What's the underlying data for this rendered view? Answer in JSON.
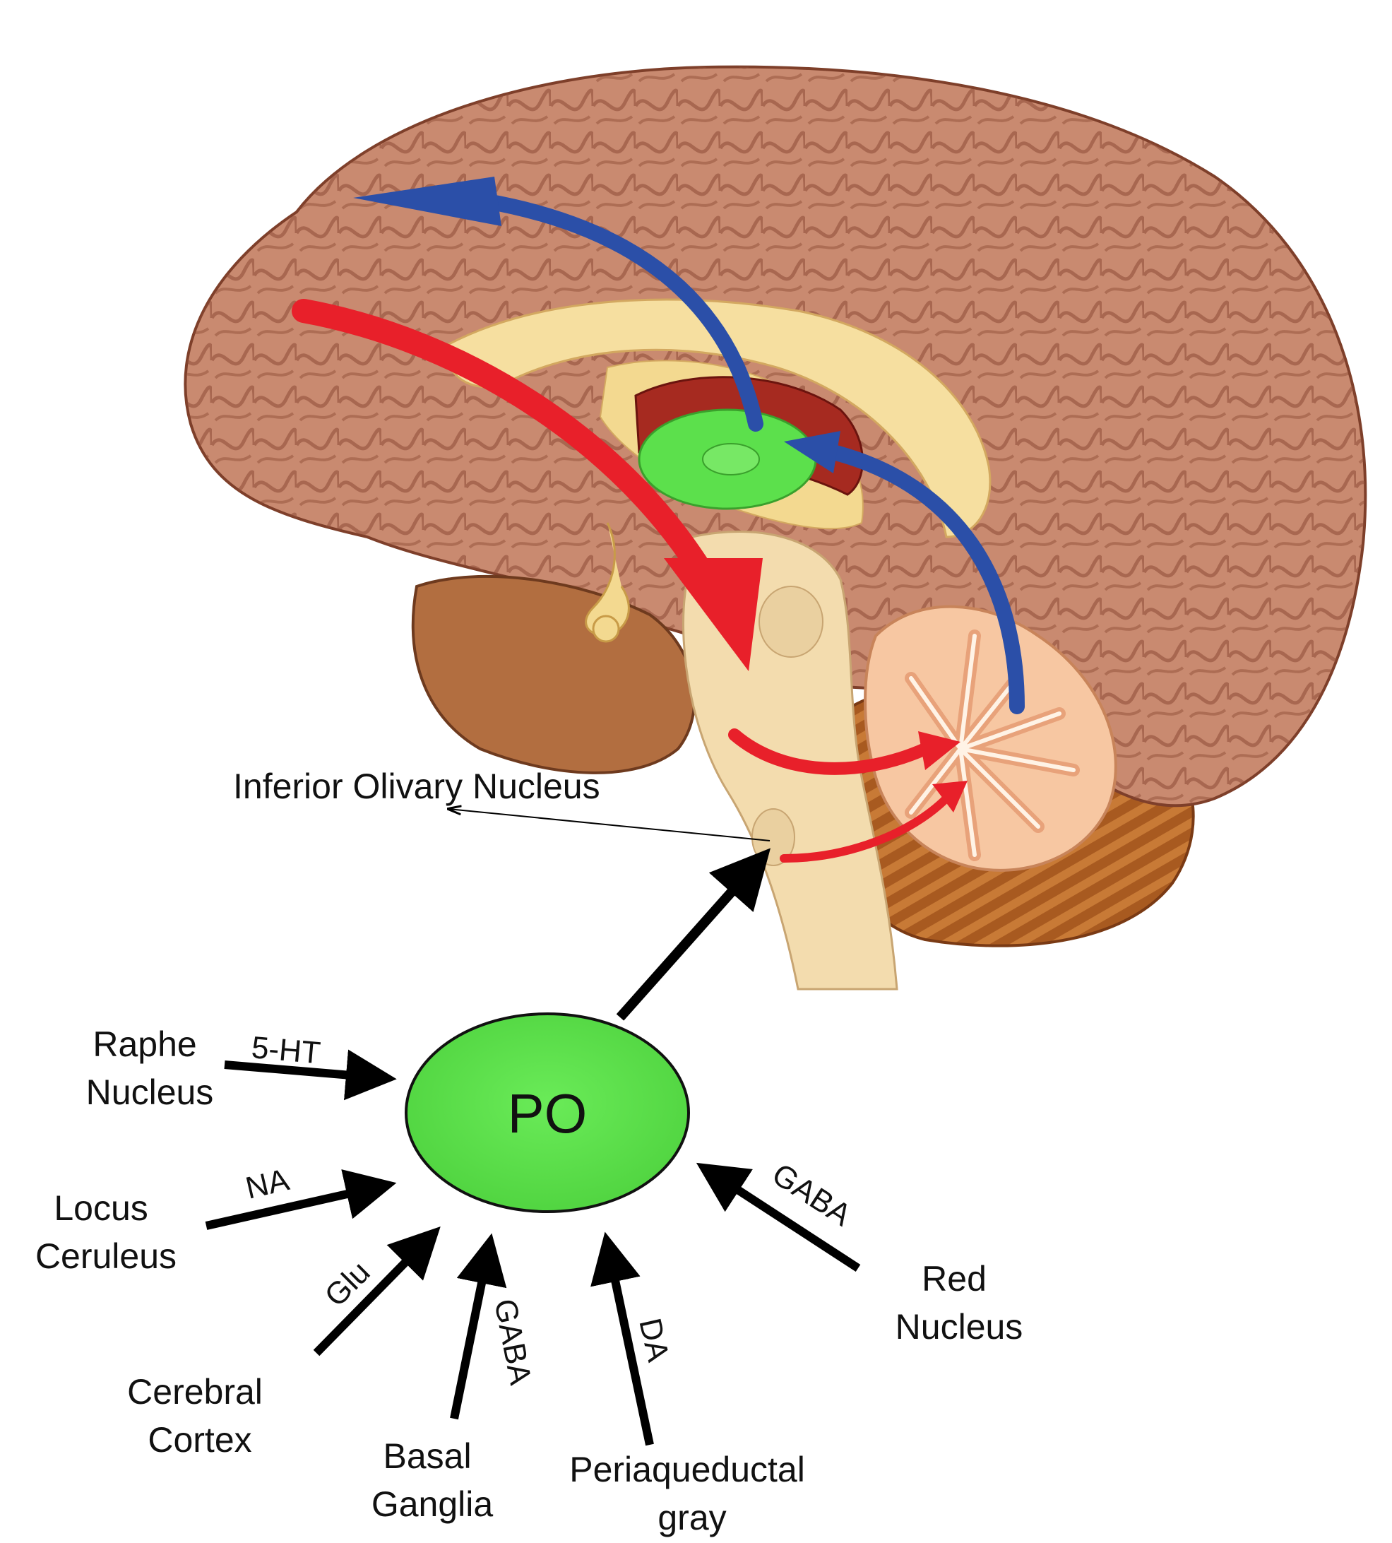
{
  "diagram": {
    "structure_label": "Inferior Olivary Nucleus",
    "center_node": "PO",
    "inputs": [
      {
        "source": "Raphe Nucleus",
        "lines": [
          "Raphe",
          "Nucleus"
        ],
        "transmitter": "5-HT"
      },
      {
        "source": "Locus Ceruleus",
        "lines": [
          "Locus",
          "Ceruleus"
        ],
        "transmitter": "NA"
      },
      {
        "source": "Cerebral Cortex",
        "lines": [
          "Cerebral",
          "Cortex"
        ],
        "transmitter": "Glu"
      },
      {
        "source": "Basal Ganglia",
        "lines": [
          "Basal",
          "Ganglia"
        ],
        "transmitter": "GABA"
      },
      {
        "source": "Periaqueductal gray",
        "lines": [
          "Periaqueductal",
          "gray"
        ],
        "transmitter": "DA"
      },
      {
        "source": "Red Nucleus",
        "lines": [
          "Red",
          "Nucleus"
        ],
        "transmitter": "GABA"
      }
    ],
    "colors": {
      "po_fill": "#5ce04c",
      "excitatory_arrow": "#e8202a",
      "feedback_arrow": "#2b4fa8",
      "brain_tissue": "#c98a70",
      "white_matter": "#f6dfa0",
      "arrow": "#000000"
    }
  }
}
